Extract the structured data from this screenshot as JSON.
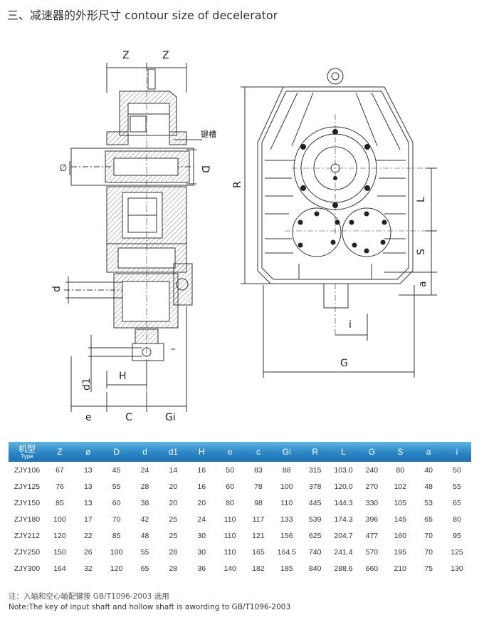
{
  "title": "三、减速器的外形尺寸 contour size of decelerator",
  "drawing_labels": {
    "z_left": "Z",
    "z_right": "Z",
    "phi": "∅",
    "keyway": "键槽",
    "D": "D",
    "d": "d",
    "d1": "d1",
    "H": "H",
    "e": "e",
    "C": "C",
    "Gi": "Gi",
    "R": "R",
    "L": "L",
    "S": "S",
    "a": "a",
    "i": "i",
    "G": "G"
  },
  "table": {
    "type_header_cn": "机型",
    "type_header_en": "Type",
    "columns": [
      "Z",
      "ø",
      "D",
      "d",
      "d1",
      "H",
      "e",
      "c",
      "Gi",
      "R",
      "L",
      "G",
      "S",
      "a",
      "i"
    ],
    "rows": [
      [
        "ZJY106",
        "67",
        "13",
        "45",
        "24",
        "14",
        "16",
        "50",
        "83",
        "88",
        "315",
        "103.0",
        "240",
        "80",
        "40",
        "50"
      ],
      [
        "ZJY125",
        "76",
        "13",
        "55",
        "28",
        "20",
        "16",
        "60",
        "78",
        "100",
        "378",
        "120.0",
        "270",
        "102",
        "48",
        "55"
      ],
      [
        "ZJY150",
        "85",
        "13",
        "60",
        "38",
        "20",
        "20",
        "80",
        "98",
        "110",
        "445",
        "144.3",
        "330",
        "105",
        "53",
        "65"
      ],
      [
        "ZJY180",
        "100",
        "17",
        "70",
        "42",
        "25",
        "24",
        "110",
        "117",
        "133",
        "539",
        "174.3",
        "396",
        "145",
        "65",
        "80"
      ],
      [
        "ZJY212",
        "120",
        "22",
        "85",
        "48",
        "25",
        "30",
        "110",
        "121",
        "156",
        "625",
        "204.7",
        "477",
        "160",
        "70",
        "95"
      ],
      [
        "ZJY250",
        "150",
        "26",
        "100",
        "55",
        "28",
        "30",
        "110",
        "165",
        "164.5",
        "740",
        "241.4",
        "570",
        "195",
        "70",
        "125"
      ],
      [
        "ZJY300",
        "164",
        "32",
        "120",
        "65",
        "28",
        "36",
        "140",
        "182",
        "185",
        "840",
        "288.6",
        "660",
        "210",
        "75",
        "130"
      ]
    ]
  },
  "notes": {
    "cn": "注：入轴和空心轴配键按 GB/T1096-2003 选用",
    "en": "Note:The key of input shaft and hollow shaft is awording to GB/T1096-2003"
  }
}
